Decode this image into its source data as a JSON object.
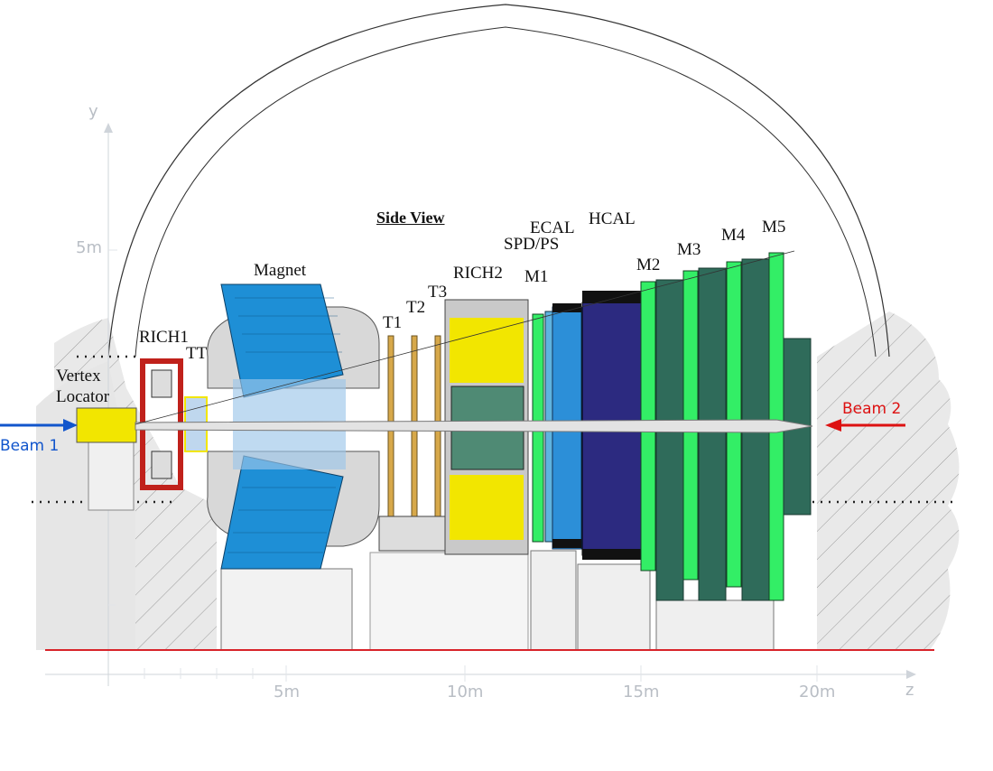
{
  "title": "Side View",
  "axes": {
    "y_label": "y",
    "z_label": "z",
    "y_ticks": [
      "5m"
    ],
    "z_ticks": [
      "5m",
      "10m",
      "15m",
      "20m"
    ]
  },
  "subdetectors": {
    "vertex_locator_line1": "Vertex",
    "vertex_locator_line2": "Locator",
    "rich1": "RICH1",
    "tt": "TT",
    "magnet": "Magnet",
    "t1": "T1",
    "t2": "T2",
    "t3": "T3",
    "rich2": "RICH2",
    "m1": "M1",
    "spd_ps": "SPD/PS",
    "ecal": "ECAL",
    "hcal": "HCAL",
    "m2": "M2",
    "m3": "M3",
    "m4": "M4",
    "m5": "M5"
  },
  "beams": {
    "beam1": "Beam 1",
    "beam2": "Beam 2",
    "beam1_color": "#1155cc",
    "beam2_color": "#dd1111"
  },
  "colors": {
    "magnet_blue": "#1e8fd6",
    "rich_yellow": "#f2e600",
    "muon_green": "#33ee66",
    "muon_dark": "#2f6b5a",
    "hcal_purple": "#2c2a80",
    "ecal_blue": "#2c8fd8",
    "rich1_red": "#c0211b",
    "floor_red": "#d8232a",
    "cavern_grey": "#e6e6e6"
  }
}
